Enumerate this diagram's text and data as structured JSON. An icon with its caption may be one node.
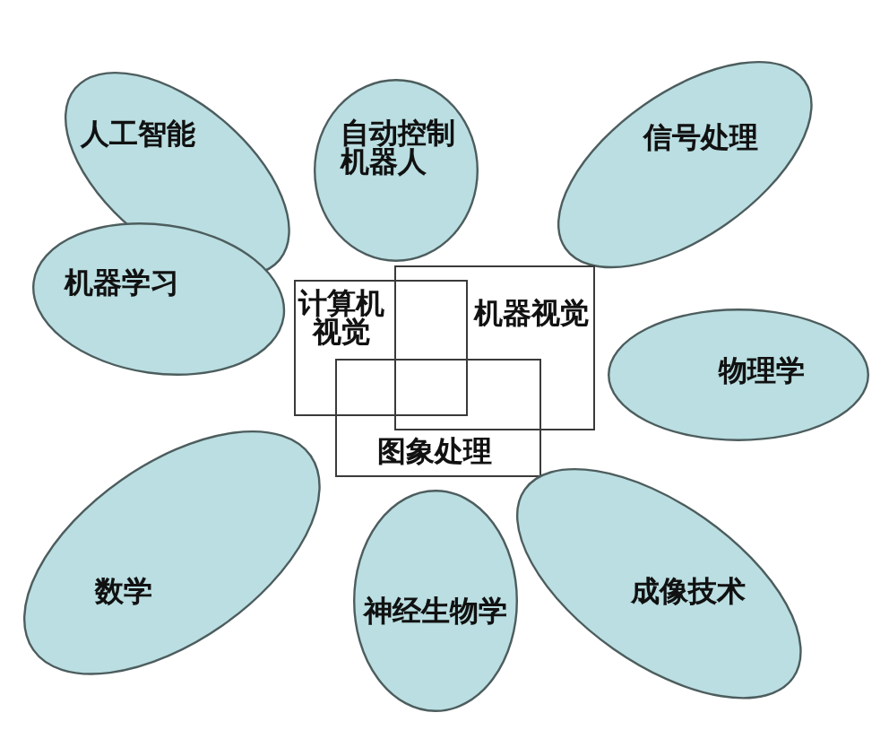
{
  "diagram": {
    "nodes": [
      {
        "text": [
          "人工智能"
        ]
      },
      {
        "text": [
          "自动控制机器人"
        ]
      },
      {
        "text": [
          "信号处理"
        ]
      },
      {
        "text": [
          "机器学习"
        ]
      },
      {
        "text": [
          "计算机视觉"
        ]
      },
      {
        "text": [
          "机器视觉"
        ]
      },
      {
        "text": [
          "物理学"
        ]
      },
      {
        "text": [
          "图象处理"
        ]
      },
      {
        "text": [
          "数学"
        ]
      },
      {
        "text": [
          "神经生物学"
        ]
      },
      {
        "text": [
          "成像技术"
        ]
      }
    ]
  }
}
